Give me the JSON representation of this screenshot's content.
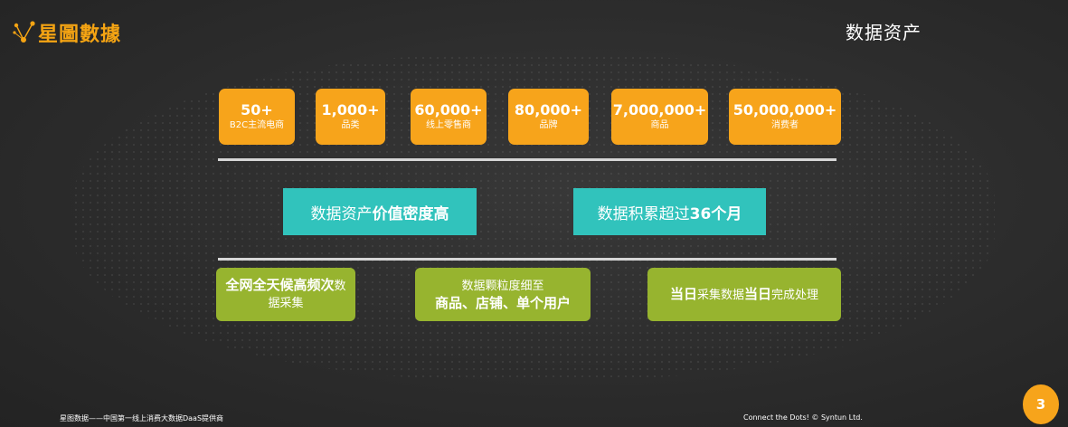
{
  "brand": {
    "name": "星圖數據",
    "color": "#f5a413"
  },
  "page_title": "数据资产",
  "stats": [
    {
      "value": "50+",
      "label": "B2C主流电商"
    },
    {
      "value": "1,000+",
      "label": "品类"
    },
    {
      "value": "60,000+",
      "label": "线上零售商"
    },
    {
      "value": "80,000+",
      "label": "品牌"
    },
    {
      "value": "7,000,000+",
      "label": "商品"
    },
    {
      "value": "50,000,000+",
      "label": "消费者"
    }
  ],
  "highlights": [
    {
      "normal": "数据资产",
      "bold": "价值密度高",
      "tail": ""
    },
    {
      "normal": "数据积累超过",
      "bold": "36个月",
      "tail": ""
    }
  ],
  "features": [
    {
      "line1_bold": "全网全天候高频次",
      "line1_normal": "数",
      "line2_normal": "据采集"
    },
    {
      "line1_normal": "数据颗粒度细至",
      "line2_bold": "商品、店铺、单个用户"
    },
    {
      "part1_bold": "当日",
      "part2": "采集数据",
      "part3_bold": "当日",
      "part4": "完成处理"
    }
  ],
  "footer": {
    "left": "星图数据——中国第一线上消费大数据DaaS提供商",
    "right": "Connect the Dots!  © Syntun Ltd."
  },
  "page_number": "3",
  "colors": {
    "orange": "#f7a41b",
    "teal": "#31c3bc",
    "green": "#97b42f",
    "background": "#2b2b2b"
  }
}
